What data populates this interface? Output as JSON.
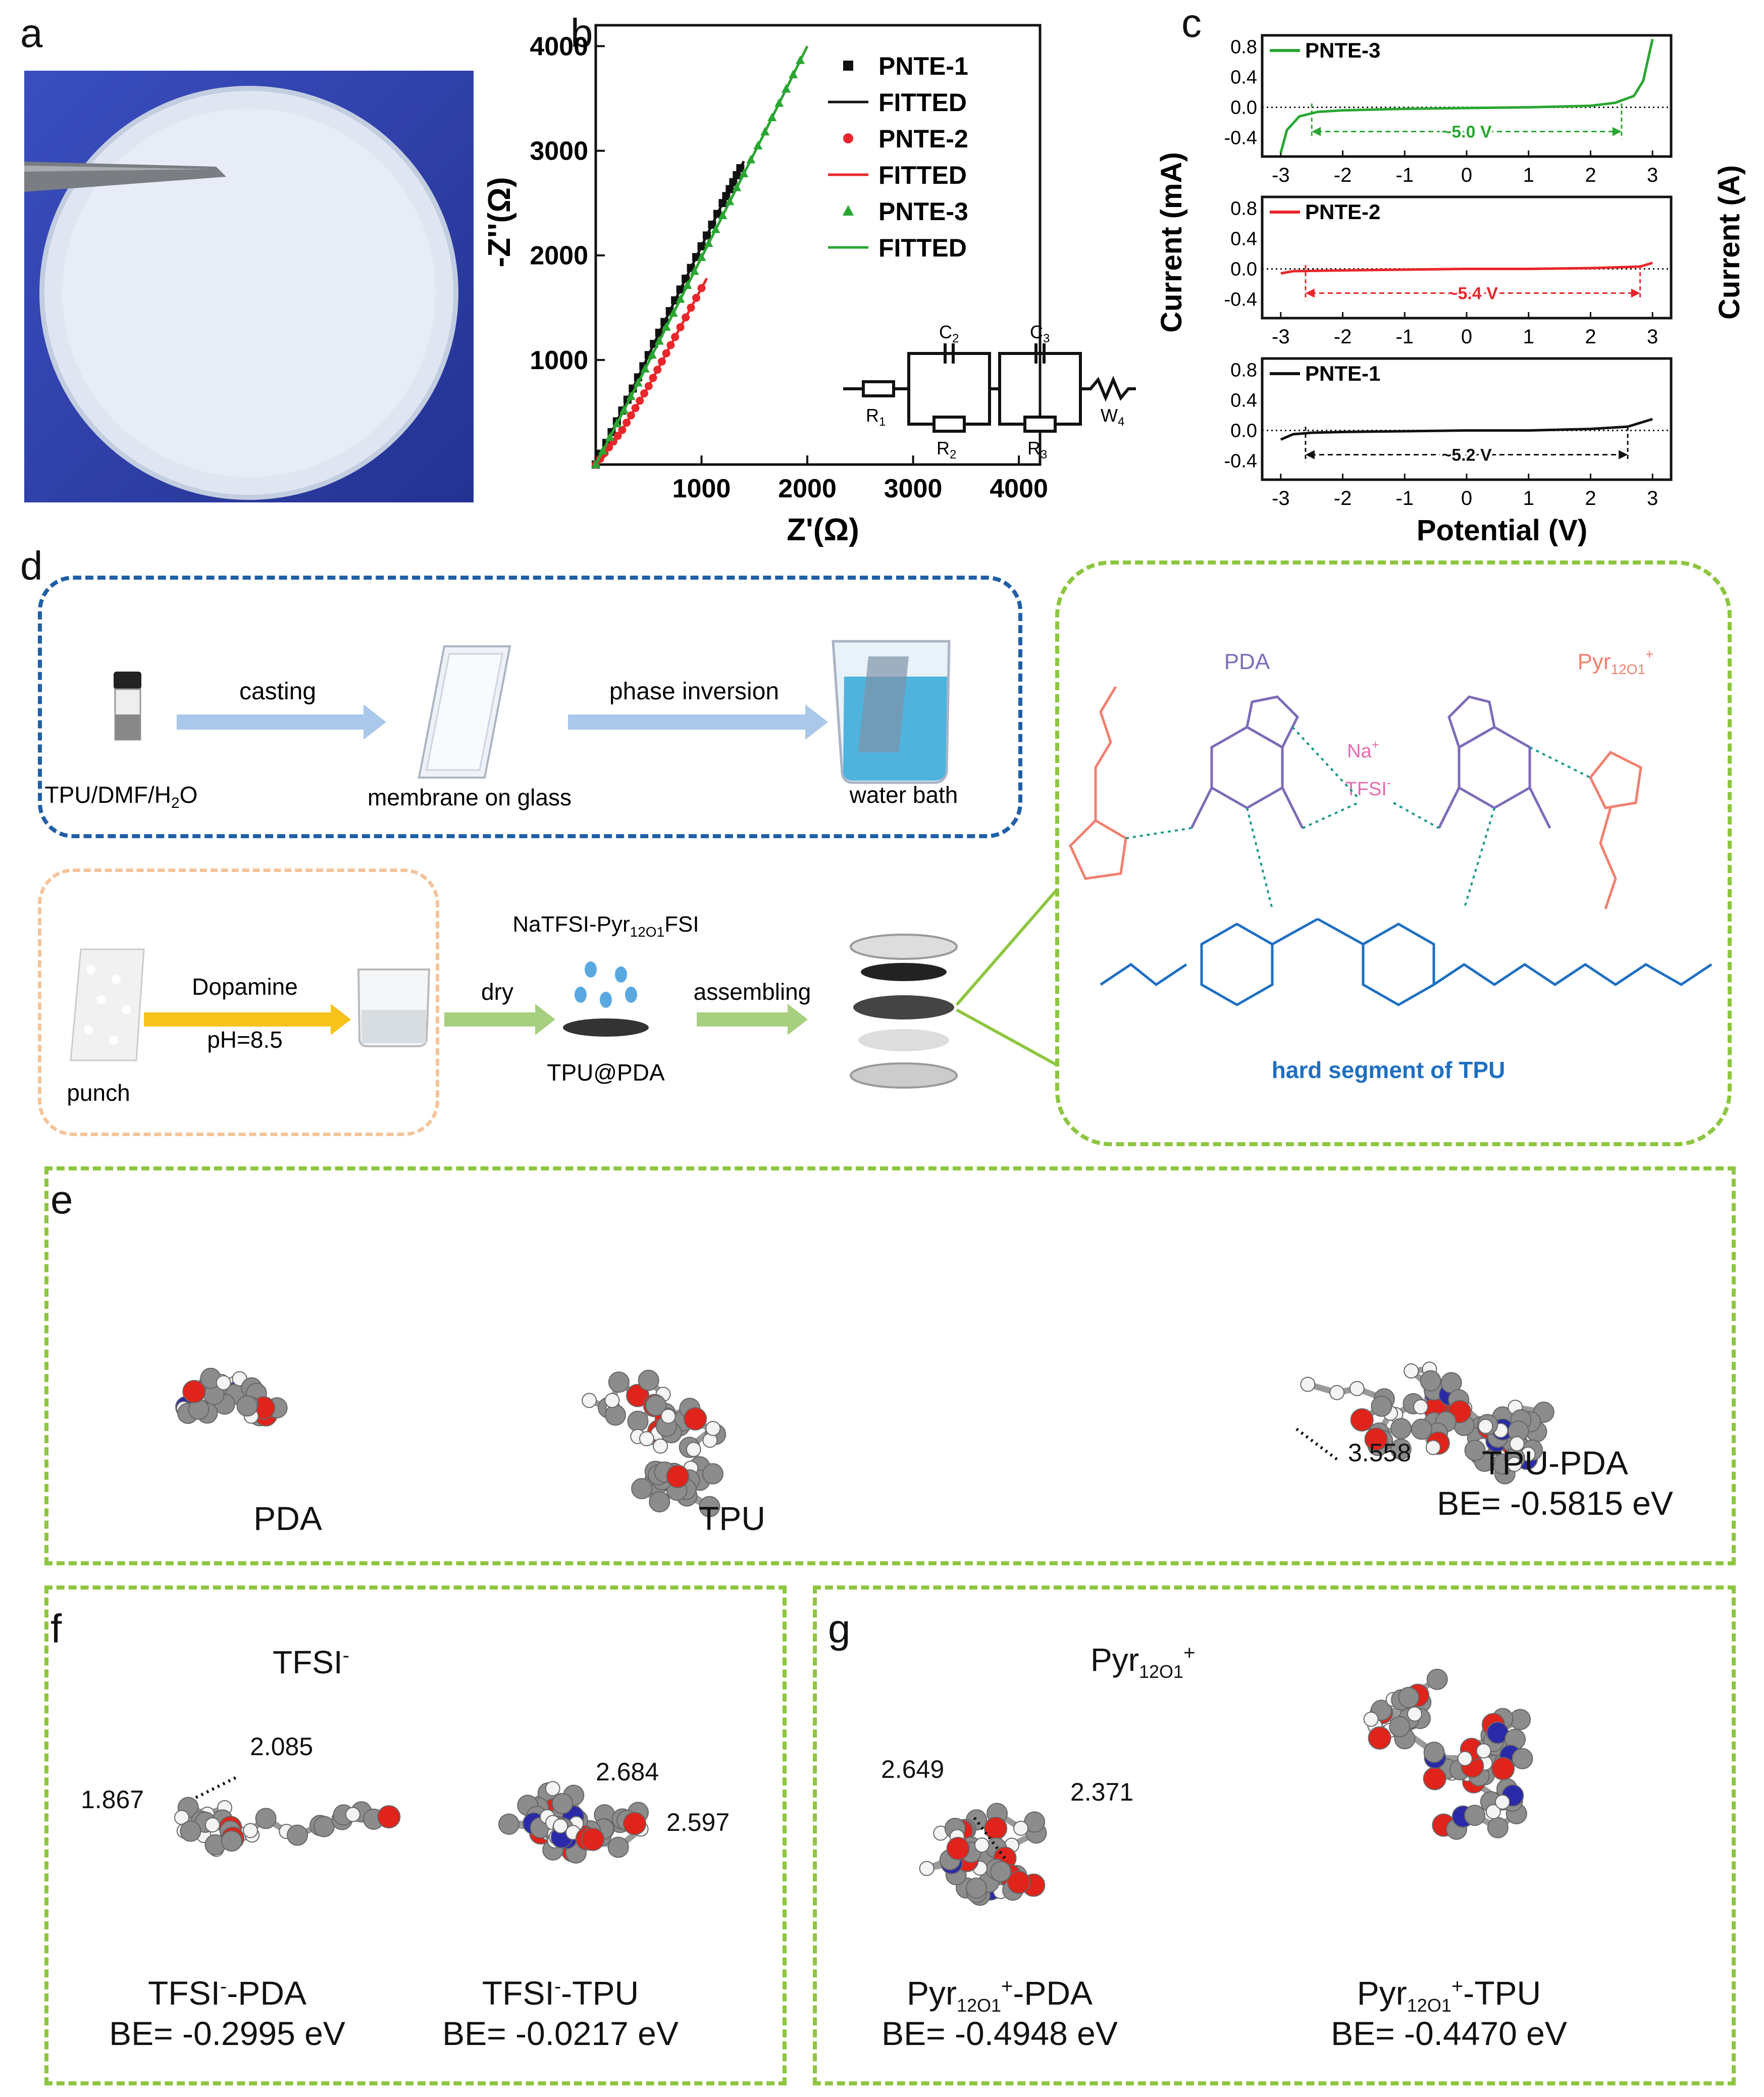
{
  "panels": {
    "a": "a",
    "b": "b",
    "c": "c",
    "d": "d",
    "e": "e",
    "f": "f",
    "g": "g"
  },
  "colors": {
    "pnte1": "#111111",
    "pnte2": "#e8262b",
    "pnte3": "#2aa632",
    "frame_green": "#8dc63f",
    "frame_blue": "#1f5fa6",
    "frame_orange": "#f5c49a",
    "hard_segment": "#1f6fc2",
    "pda": "#7e6bb8",
    "pyr": "#f08070"
  },
  "photo": {
    "description_label": ""
  },
  "chart_b": {
    "chart_data": {
      "type": "scatter",
      "xlabel": "Z'(Ω)",
      "ylabel": "-Z''(Ω)",
      "xlim": [
        0,
        4200
      ],
      "ylim": [
        0,
        4200
      ],
      "xticks": [
        "1000",
        "2000",
        "3000",
        "4000"
      ],
      "yticks": [
        "1000",
        "2000",
        "3000",
        "4000"
      ],
      "series": [
        {
          "name": "PNTE-1",
          "marker": "square",
          "color": "#111111",
          "x": [
            0,
            300,
            600,
            900,
            1200,
            1400
          ],
          "y": [
            0,
            620,
            1260,
            1880,
            2500,
            2900
          ]
        },
        {
          "name": "PNTE-2",
          "marker": "circle",
          "color": "#e8262b",
          "x": [
            0,
            250,
            500,
            750,
            1050
          ],
          "y": [
            0,
            330,
            750,
            1220,
            1780
          ]
        },
        {
          "name": "PNTE-3",
          "marker": "triangle",
          "color": "#2aa632",
          "x": [
            0,
            400,
            800,
            1200,
            1600,
            2000
          ],
          "y": [
            0,
            780,
            1580,
            2380,
            3180,
            4000
          ]
        }
      ],
      "legend": [
        "PNTE-1",
        "FITTED",
        "PNTE-2",
        "FITTED",
        "PNTE-3",
        "FITTED"
      ],
      "circuit_labels": {
        "r1": "R",
        "r1_sub": "1",
        "r2": "R",
        "r2_sub": "2",
        "r3": "R",
        "r3_sub": "3",
        "c2": "C",
        "c2_sub": "2",
        "c3": "C",
        "c3_sub": "3",
        "w4": "W",
        "w4_sub": "4"
      }
    }
  },
  "chart_c": {
    "chart_data": [
      {
        "type": "line",
        "name": "PNTE-3",
        "color": "#2aa632",
        "window": "~5.0 V",
        "window_range": [
          -2.5,
          2.5
        ],
        "x": [
          -3,
          -2.9,
          -2.7,
          -2.4,
          -2,
          -1,
          0,
          1,
          2,
          2.4,
          2.7,
          2.85,
          3
        ],
        "y": [
          -0.6,
          -0.3,
          -0.12,
          -0.06,
          -0.04,
          -0.02,
          -0.01,
          0,
          0.02,
          0.06,
          0.15,
          0.35,
          0.9
        ]
      },
      {
        "type": "line",
        "name": "PNTE-2",
        "color": "#e8262b",
        "window": "~5.4 V",
        "window_range": [
          -2.6,
          2.8
        ],
        "x": [
          -3,
          -2.8,
          -2,
          -1,
          0,
          1,
          2,
          2.8,
          3
        ],
        "y": [
          -0.06,
          -0.03,
          -0.02,
          -0.01,
          0,
          0,
          0.01,
          0.03,
          0.08
        ]
      },
      {
        "type": "line",
        "name": "PNTE-1",
        "color": "#111111",
        "window": "~5.2 V",
        "window_range": [
          -2.6,
          2.6
        ],
        "x": [
          -3,
          -2.8,
          -2.5,
          -2,
          -1,
          0,
          1,
          2,
          2.6,
          3
        ],
        "y": [
          -0.12,
          -0.05,
          -0.03,
          -0.02,
          -0.01,
          0,
          0,
          0.02,
          0.05,
          0.15
        ]
      }
    ],
    "yticks": [
      "0.8",
      "0.4",
      "0.0",
      "-0.4"
    ],
    "xticks": [
      "-3",
      "-2",
      "-1",
      "0",
      "1",
      "2",
      "3"
    ],
    "ylabel_left": "Current (mA)",
    "ylabel_right": "Current (A)",
    "xlabel": "Potential (V)"
  },
  "scheme_d": {
    "casting": "casting",
    "phase_inversion": "phase inversion",
    "tpu_dmf": "TPU/DMF/H",
    "tpu_dmf_sub": "2",
    "tpu_dmf_end": "O",
    "membrane": "membrane on glass",
    "water_bath": "water bath",
    "punch": "punch",
    "dopamine": "Dopamine",
    "ph": "pH=8.5",
    "dry": "dry",
    "electrolyte": "NaTFSI-Pyr",
    "electrolyte_sub": "12O1",
    "electrolyte_end": "FSI",
    "assembling": "assembling",
    "tpu_pda": "TPU@PDA",
    "pda_label": "PDA",
    "pyr_label": "Pyr",
    "pyr_sub": "12O1",
    "pyr_sup": "+",
    "na": "Na",
    "na_sup": "+",
    "tfsi": "TFSI",
    "tfsi_sup": "-",
    "hard_segment": "hard segment of TPU"
  },
  "panel_e": {
    "pda": "PDA",
    "tpu": "TPU",
    "tpu_pda": "TPU-PDA",
    "tpu_pda_be": "BE= -0.5815 eV",
    "distance": "3.558"
  },
  "panel_f": {
    "title": "TFSI",
    "title_sup": "-",
    "d1": "2.085",
    "d2": "1.867",
    "d3": "2.684",
    "d4": "2.597",
    "cap1": "TFSI",
    "cap1_sup": "-",
    "cap1_end": "-PDA",
    "cap1_be": "BE= -0.2995 eV",
    "cap2": "TFSI",
    "cap2_sup": "-",
    "cap2_end": "-TPU",
    "cap2_be": "BE= -0.0217 eV"
  },
  "panel_g": {
    "title": "Pyr",
    "title_sub": "12O1",
    "title_sup": "+",
    "d1": "2.649",
    "d2": "2.371",
    "cap1": "Pyr",
    "cap1_sub": "12O1",
    "cap1_sup": "+",
    "cap1_end": "-PDA",
    "cap1_be": "BE= -0.4948 eV",
    "cap2": "Pyr",
    "cap2_sub": "12O1",
    "cap2_sup": "+",
    "cap2_end": "-TPU",
    "cap2_be": "BE= -0.4470 eV"
  }
}
